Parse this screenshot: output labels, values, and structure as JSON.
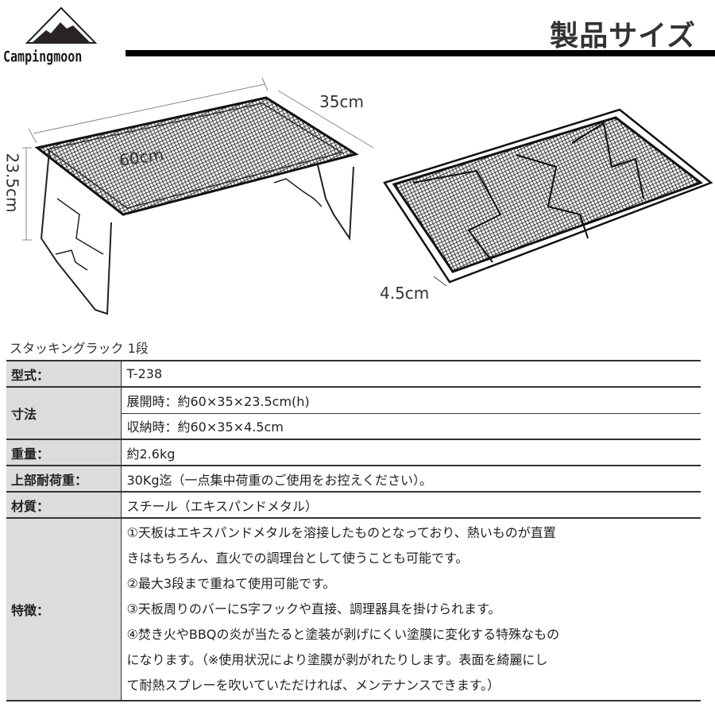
{
  "header": {
    "brand": "Campingmoon",
    "title": "製品サイズ"
  },
  "figures": {
    "unfolded": {
      "width_label": "60cm",
      "depth_label": "35cm",
      "height_label": "23.5cm"
    },
    "folded": {
      "thickness_label": "4.5cm"
    }
  },
  "product_name": "スタッキングラック 1段",
  "specs": {
    "model": {
      "label": "型式：",
      "value": "T-238"
    },
    "dimensions": {
      "label": "寸法",
      "values": [
        "展開時：約60×35×23.5cm(h)",
        "収納時：約60×35×4.5cm"
      ]
    },
    "weight": {
      "label": "重量：",
      "value": "約2.6kg"
    },
    "load": {
      "label": "上部耐荷重：",
      "value": "30Kg迄（一点集中荷重のご使用をお控えください）。"
    },
    "material": {
      "label": "材質：",
      "value": "スチール（エキスパンドメタル）"
    },
    "features": {
      "label": "特徴：",
      "lines": [
        "①天板はエキスパンドメタルを溶接したものとなっており、熱いものが直置",
        "きはもちろん、直火での調理台として使うことも可能です。",
        "②最大3段まで重ねて使用可能です。",
        "③天板周りのバーにS字フックや直接、調理器具を掛けられます。",
        "④焚き火やBBQの炎が当たると塗装が剥げにくい塗膜に変化する特殊なもの",
        "になります。（※使用状況により塗膜が剥がれたりします。表面を綺麗にし",
        "て耐熱スプレーを吹いていただければ、メンテナンスできます。）"
      ]
    }
  },
  "colors": {
    "label_bg": "#dcdcdc",
    "rule": "#000000",
    "text": "#222222"
  }
}
